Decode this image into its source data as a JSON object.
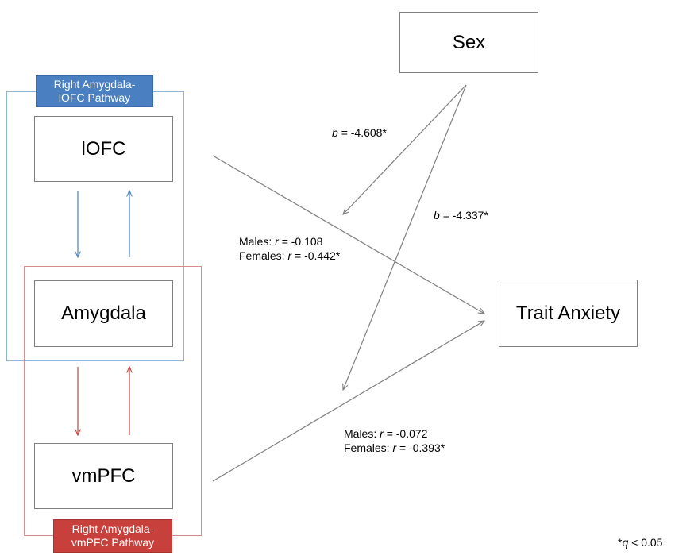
{
  "nodes": {
    "sex": "Sex",
    "lofc": "lOFC",
    "amygdala": "Amygdala",
    "vmpfc": "vmPFC",
    "trait_anxiety": "Trait Anxiety"
  },
  "pathways": {
    "amygdala_lofc": {
      "line1": "Right Amygdala-",
      "line2": "lOFC Pathway",
      "color": "#4a7fc1"
    },
    "amygdala_vmpfc": {
      "line1": "Right Amygdala-",
      "line2": "vmPFC Pathway",
      "color": "#c8403c"
    }
  },
  "moderation": {
    "b1": {
      "label": "b",
      "value": "= -4.608*"
    },
    "b2": {
      "label": "b",
      "value": "= -4.337*"
    }
  },
  "correlations": {
    "lofc_anxiety": {
      "males_prefix": "Males: ",
      "males_value": "= -0.108",
      "females_prefix": "Females: ",
      "females_value": "= -0.442*"
    },
    "vmpfc_anxiety": {
      "males_prefix": "Males: ",
      "males_value": "= -0.072",
      "females_prefix": "Females: ",
      "females_value": "= -0.393*"
    },
    "stat_symbol": "r"
  },
  "footnote": {
    "star": "*",
    "symbol": "q",
    "rest": " < 0.05"
  },
  "colors": {
    "blue": "#4a7fc1",
    "red": "#c8403c",
    "gray": "#7f7f7f"
  }
}
